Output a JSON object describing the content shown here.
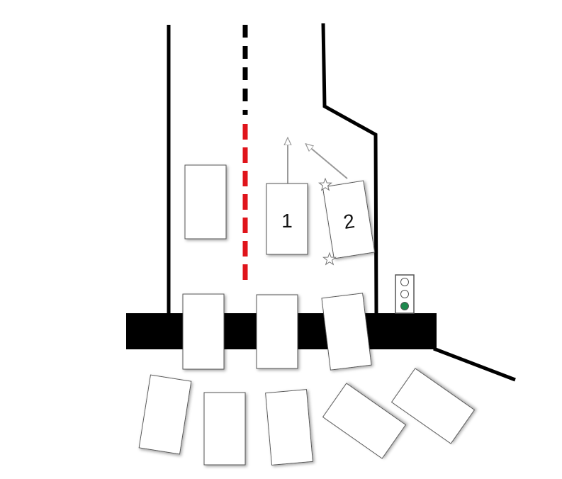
{
  "cars": [
    {
      "id": "parked-left",
      "label": ""
    },
    {
      "id": "car-1",
      "label": "1"
    },
    {
      "id": "car-2",
      "label": "2"
    },
    {
      "id": "queue-1",
      "label": ""
    },
    {
      "id": "queue-2",
      "label": ""
    },
    {
      "id": "queue-3",
      "label": ""
    },
    {
      "id": "lot-1",
      "label": ""
    },
    {
      "id": "lot-2",
      "label": ""
    },
    {
      "id": "lot-3",
      "label": ""
    },
    {
      "id": "lot-4",
      "label": ""
    },
    {
      "id": "lot-5",
      "label": ""
    }
  ],
  "traffic_light": {
    "state": "green",
    "lamp_colors": [
      "#ffffff",
      "#ffffff",
      "#1d8a4e"
    ]
  },
  "colors": {
    "road_line": "#000000",
    "center_dash_far": "#000000",
    "center_dash_near": "#e0141b",
    "arrow": "#999999",
    "car_fill": "#ffffff"
  }
}
